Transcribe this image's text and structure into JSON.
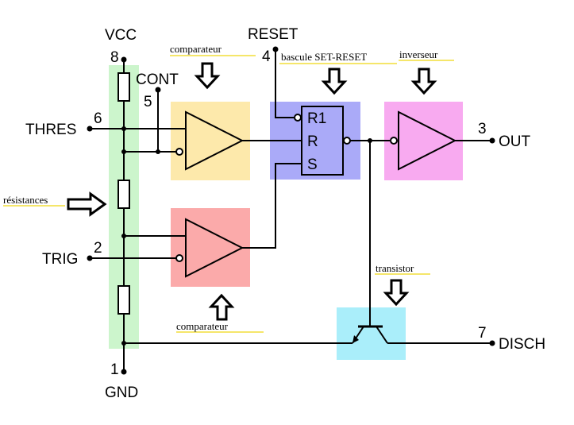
{
  "pins": {
    "vcc": {
      "name": "VCC",
      "number": "8"
    },
    "gnd": {
      "name": "GND",
      "number": "1"
    },
    "cont": {
      "name": "CONT",
      "number": "5"
    },
    "thres": {
      "name": "THRES",
      "number": "6"
    },
    "trig": {
      "name": "TRIG",
      "number": "2"
    },
    "reset": {
      "name": "RESET",
      "number": "4"
    },
    "out": {
      "name": "OUT",
      "number": "3"
    },
    "disch": {
      "name": "DISCH",
      "number": "7"
    }
  },
  "annotations": {
    "comparator_top": "comparateur",
    "comparator_bottom": "comparateur",
    "flipflop": "bascule SET-RESET",
    "inverter": "inverseur",
    "resistors": "résistances",
    "transistor": "transistor"
  },
  "flipflop_inputs": {
    "r1": "R1",
    "r": "R",
    "s": "S"
  },
  "colors": {
    "resistor_bg": "#ccf5cc",
    "comparator_top_bg": "#fde9ab",
    "comparator_bottom_bg": "#fbaaaa",
    "flipflop_bg": "#aaaaf8",
    "inverter_bg": "#f8aaf0",
    "transistor_bg": "#aaeefa",
    "highlight_underline": "#f5e66a"
  }
}
